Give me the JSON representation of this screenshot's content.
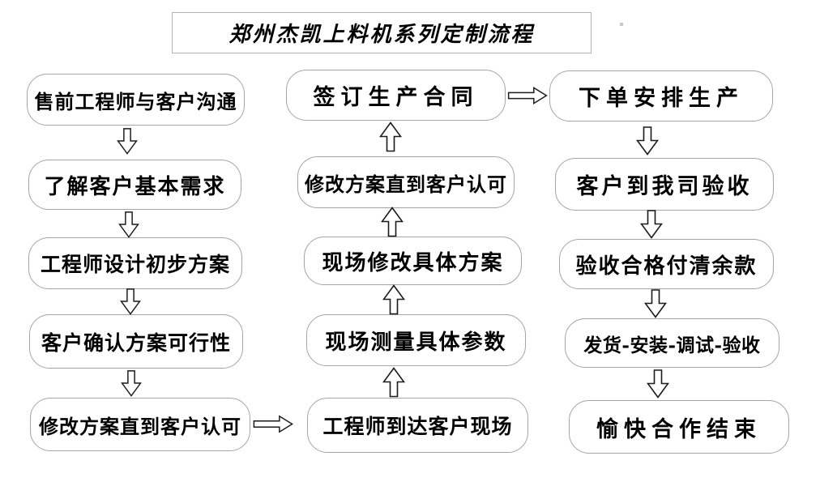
{
  "title": "郑州杰凯上料机系列定制流程",
  "flow": {
    "left": [
      "售前工程师与客户沟通",
      "了解客户基本需求",
      "工程师设计初步方案",
      "客户确认方案可行性",
      "修改方案直到客户认可"
    ],
    "middle": [
      "签订生产合同",
      "修改方案直到客户认可",
      "现场修改具体方案",
      "现场测量具体参数",
      "工程师到达客户现场"
    ],
    "right": [
      "下单安排生产",
      "客户到我司验收",
      "验收合格付清余款",
      "发货-安装-调试-验收",
      "愉快合作结束"
    ]
  },
  "connections": [
    {
      "from": "售前工程师与客户沟通",
      "to": "了解客户基本需求",
      "arrow": "down"
    },
    {
      "from": "了解客户基本需求",
      "to": "工程师设计初步方案",
      "arrow": "down"
    },
    {
      "from": "工程师设计初步方案",
      "to": "客户确认方案可行性",
      "arrow": "down"
    },
    {
      "from": "客户确认方案可行性",
      "to": "修改方案直到客户认可",
      "arrow": "down"
    },
    {
      "from": "修改方案直到客户认可",
      "to": "工程师到达客户现场",
      "arrow": "right"
    },
    {
      "from": "工程师到达客户现场",
      "to": "现场测量具体参数",
      "arrow": "up"
    },
    {
      "from": "现场测量具体参数",
      "to": "现场修改具体方案",
      "arrow": "up"
    },
    {
      "from": "现场修改具体方案",
      "to": "修改方案直到客户认可",
      "arrow": "up"
    },
    {
      "from": "修改方案直到客户认可",
      "to": "签订生产合同",
      "arrow": "up"
    },
    {
      "from": "签订生产合同",
      "to": "下单安排生产",
      "arrow": "right"
    },
    {
      "from": "下单安排生产",
      "to": "客户到我司验收",
      "arrow": "down"
    },
    {
      "from": "客户到我司验收",
      "to": "验收合格付清余款",
      "arrow": "down"
    },
    {
      "from": "验收合格付清余款",
      "to": "发货-安装-调试-验收",
      "arrow": "down"
    },
    {
      "from": "发货-安装-调试-验收",
      "to": "愉快合作结束",
      "arrow": "down"
    }
  ],
  "colors": {
    "background": "#ffffff",
    "box_border": "#a5a5a5",
    "title_border": "#b3b3b3",
    "text": "#000000",
    "arrow_outline": "#1a1a1a",
    "arrow_fill": "#ffffff"
  }
}
